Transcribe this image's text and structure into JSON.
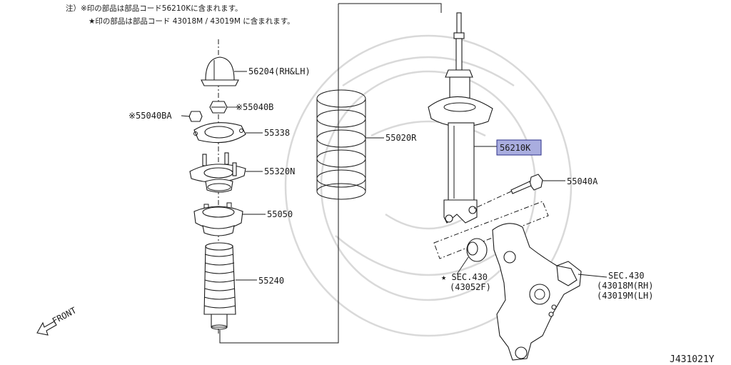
{
  "notes": {
    "line1": "注）※印の部品は部品コード56210Kに含まれます。",
    "line2": "★印の部品は部品コード 43018M / 43019M に含まれます。"
  },
  "labels": {
    "p56204": "56204(RH&LH)",
    "p55040b": "※55040B",
    "p55040ba": "※55040BA",
    "p55338": "55338",
    "p55320n": "55320N",
    "p55050": "55050",
    "p55240": "55240",
    "p55020r": "55020R",
    "p56210k": "56210K",
    "p55040a": "55040A",
    "sec430_left_1": "★ SEC.430",
    "sec430_left_2": "(43052F)",
    "sec430_right_1": "SEC.430",
    "sec430_right_2": "(43018M(RH)",
    "sec430_right_3": "(43019M(LH)",
    "front": "FRONT",
    "diagram_id": "J431021Y"
  },
  "colors": {
    "highlight_fill": "#a9addf",
    "highlight_stroke": "#2b2f8a",
    "line": "#1a1a1a",
    "watermark": "#d9d9d9"
  }
}
